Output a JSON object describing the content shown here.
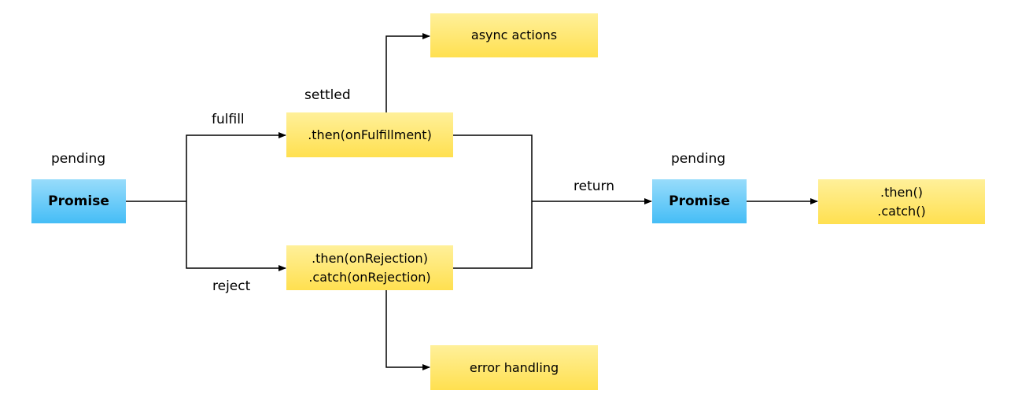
{
  "nodes": {
    "promise_initial": {
      "label": "Promise",
      "state": "pending"
    },
    "then_fulfillment": {
      "label": ".then(onFulfillment)"
    },
    "async_actions": {
      "label": "async actions"
    },
    "rejection": {
      "line1": ".then(onRejection)",
      "line2": ".catch(onRejection)"
    },
    "error_handling": {
      "label": "error handling"
    },
    "promise_returned": {
      "label": "Promise",
      "state": "pending"
    },
    "chain_methods": {
      "line1": ".then()",
      "line2": ".catch()"
    }
  },
  "edge_labels": {
    "fulfill": "fulfill",
    "reject": "reject",
    "settled": "settled",
    "return": "return"
  },
  "colors": {
    "promise_fill": "#45bdf6",
    "handler_fill": "#ffe050",
    "line": "#000000"
  }
}
